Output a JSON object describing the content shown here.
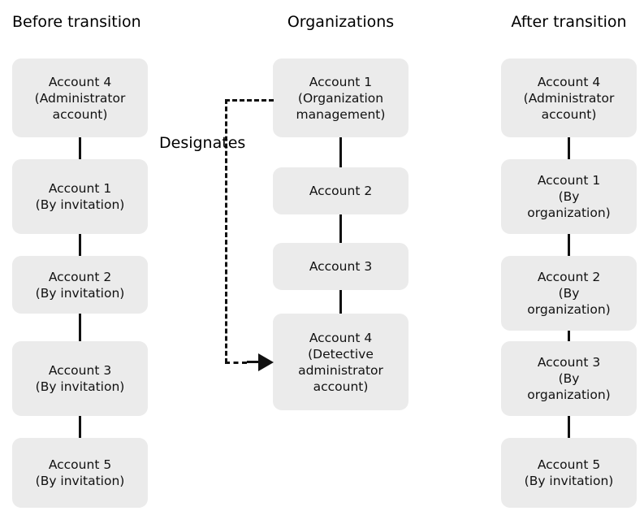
{
  "diagram": {
    "title_before": "Before transition",
    "title_orgs": "Organizations",
    "title_after": "After transition",
    "designates_label": "Designates",
    "colors": {
      "node_fill": "#ebebeb",
      "stroke": "#111111",
      "background": "#ffffff",
      "text": "#000000"
    }
  },
  "columns": {
    "before": {
      "heading": "Before transition",
      "nodes": [
        {
          "name": "Account 4",
          "detail": "(Administrator account)",
          "text": "Account 4\n(Administrator\naccount)"
        },
        {
          "name": "Account 1",
          "detail": "(By invitation)",
          "text": "Account 1\n(By invitation)"
        },
        {
          "name": "Account 2",
          "detail": "(By invitation)",
          "text": "Account 2\n(By invitation)"
        },
        {
          "name": "Account 3",
          "detail": "(By invitation)",
          "text": "Account 3\n(By invitation)"
        },
        {
          "name": "Account 5",
          "detail": "(By invitation)",
          "text": "Account 5\n(By invitation)"
        }
      ]
    },
    "organizations": {
      "heading": "Organizations",
      "nodes": [
        {
          "name": "Account 1",
          "detail": "(Organization management)",
          "text": "Account 1\n(Organization\nmanagement)"
        },
        {
          "name": "Account 2",
          "detail": "",
          "text": "Account 2"
        },
        {
          "name": "Account 3",
          "detail": "",
          "text": "Account 3"
        },
        {
          "name": "Account 4",
          "detail": "(Detective administrator account)",
          "text": "Account 4\n(Detective\nadministrator\naccount)"
        }
      ]
    },
    "after": {
      "heading": "After transition",
      "nodes": [
        {
          "name": "Account 4",
          "detail": "(Administrator account)",
          "text": "Account 4\n(Administrator\naccount)"
        },
        {
          "name": "Account 1",
          "detail": "(By organization)",
          "text": "Account 1\n(By\norganization)"
        },
        {
          "name": "Account 2",
          "detail": "(By organization)",
          "text": "Account 2\n(By\norganization)"
        },
        {
          "name": "Account 3",
          "detail": "(By organization)",
          "text": "Account 3\n(By\norganization)"
        },
        {
          "name": "Account 5",
          "detail": "(By invitation)",
          "text": "Account 5\n(By invitation)"
        }
      ]
    }
  },
  "edges": {
    "designates": {
      "label": "Designates",
      "from": "Organizations / Account 1 (Organization management)",
      "to": "Organizations / Account 4 (Detective administrator account)",
      "style": "dashed-with-arrow"
    }
  }
}
